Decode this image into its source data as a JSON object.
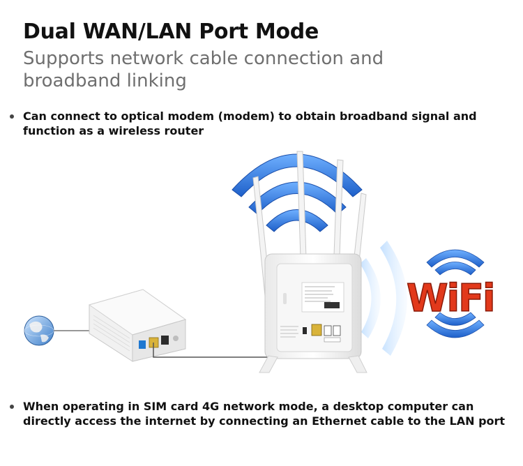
{
  "header": {
    "title": "Dual WAN/LAN Port Mode",
    "subtitle": "Supports network cable connection and broadband linking"
  },
  "features": [
    {
      "text": "Can connect to optical modem (modem) to obtain broadband signal and function as a wireless router"
    },
    {
      "text": "When operating in SIM card 4G network mode, a desktop computer can directly access the internet by connecting an Ethernet cable to the LAN port"
    }
  ],
  "wifi_logo": {
    "text": "WiFi"
  },
  "colors": {
    "title": "#111111",
    "subtitle": "#6f6f6f",
    "signal_blue": "#2f6fd6",
    "wifi_red": "#e2391b",
    "cable": "#555555"
  },
  "icons": [
    "globe-icon",
    "wifi-signal-icon",
    "bullet-dot-icon"
  ]
}
